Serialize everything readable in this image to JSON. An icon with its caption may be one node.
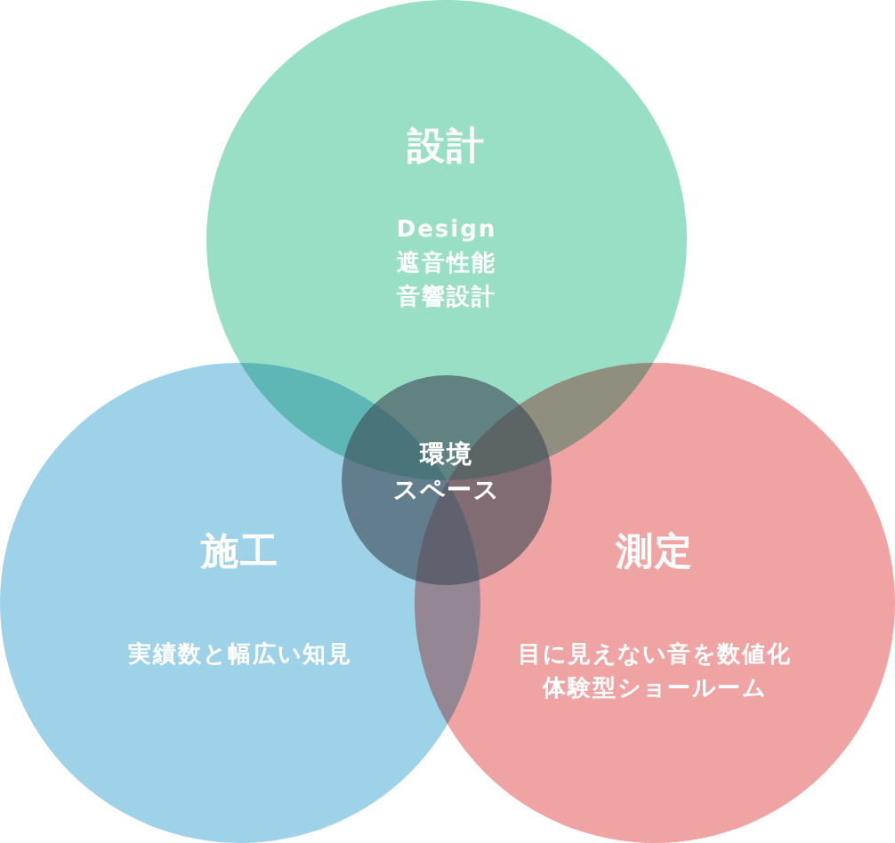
{
  "diagram": {
    "nodes": [
      {
        "text": [
          "設計",
          "Design",
          "遮音性能",
          "音響設計"
        ]
      },
      {
        "text": [
          "環境",
          "スペース"
        ]
      },
      {
        "text": [
          "施工",
          "実績数と幅広い知見"
        ]
      },
      {
        "text": [
          "測定",
          "目に見えない音を数値化",
          "体験型ショールーム"
        ]
      }
    ]
  }
}
